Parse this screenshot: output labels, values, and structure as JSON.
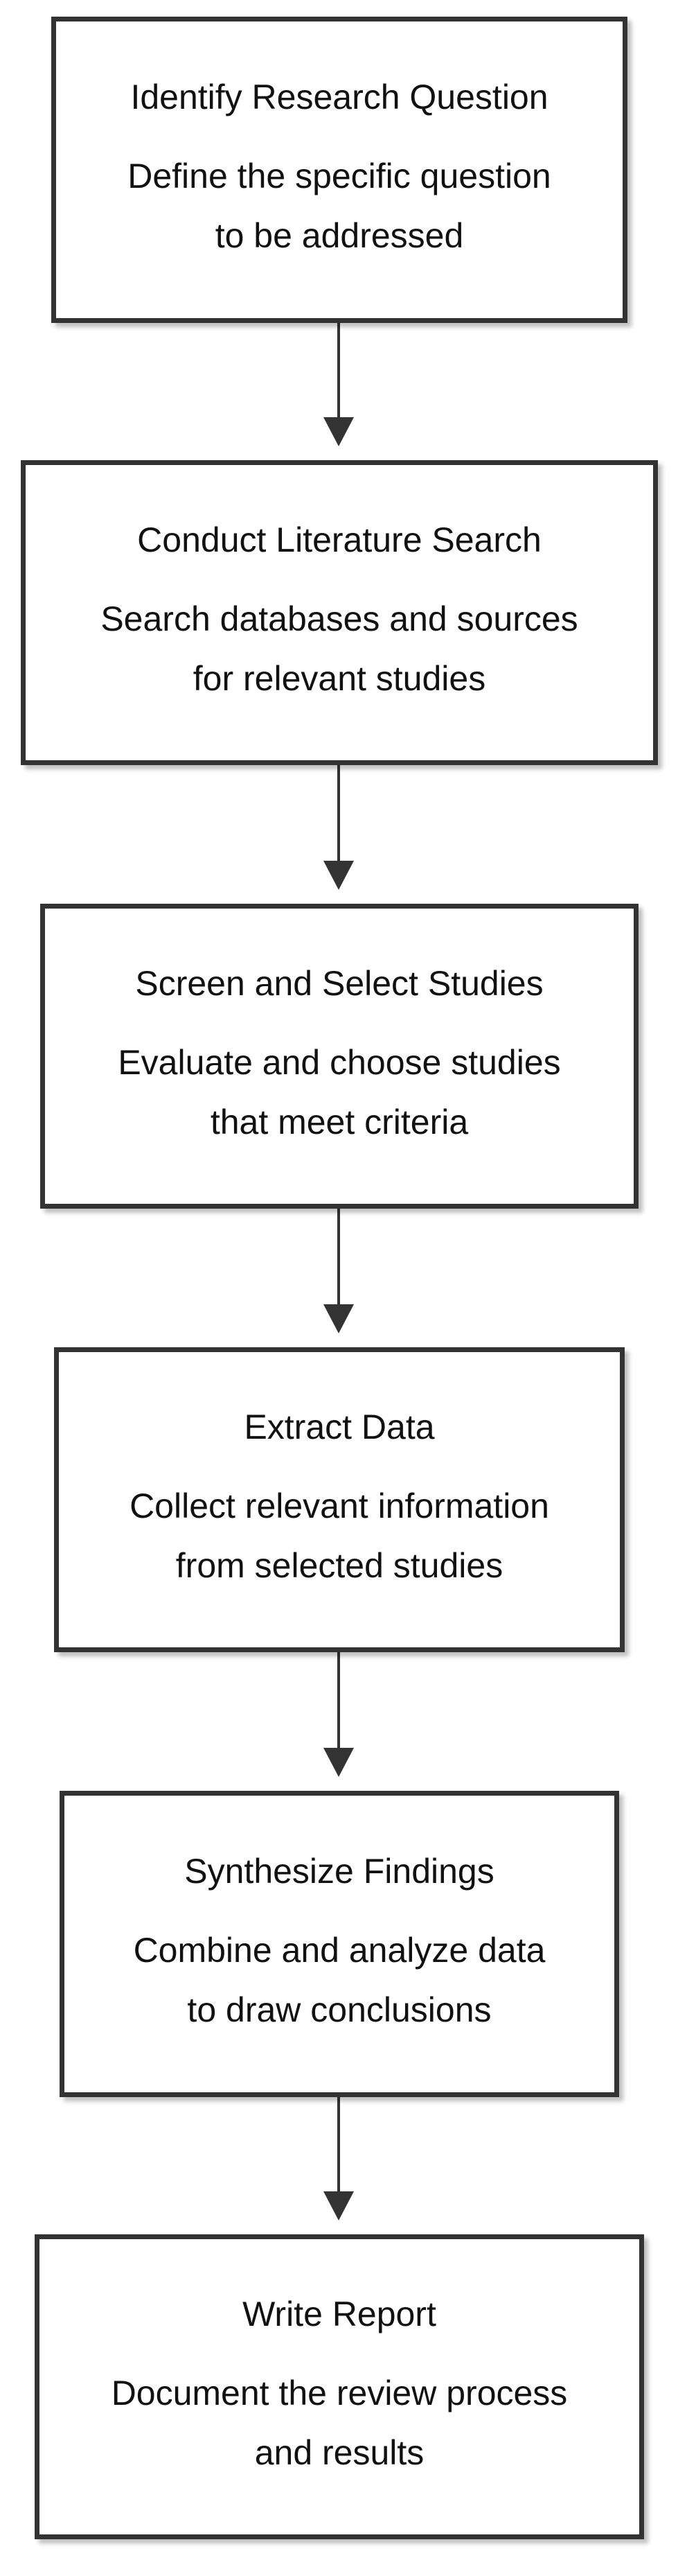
{
  "diagram": {
    "steps": [
      {
        "title": "Identify Research Question",
        "description": "Define the specific question\nto be addressed"
      },
      {
        "title": "Conduct Literature Search",
        "description": "Search databases and sources\nfor relevant studies"
      },
      {
        "title": "Screen and Select Studies",
        "description": "Evaluate and choose studies\nthat meet criteria"
      },
      {
        "title": "Extract Data",
        "description": "Collect relevant information\nfrom selected studies"
      },
      {
        "title": "Synthesize Findings",
        "description": "Combine and analyze data\nto draw conclusions"
      },
      {
        "title": "Write Report",
        "description": "Document the review process\nand results"
      }
    ]
  }
}
